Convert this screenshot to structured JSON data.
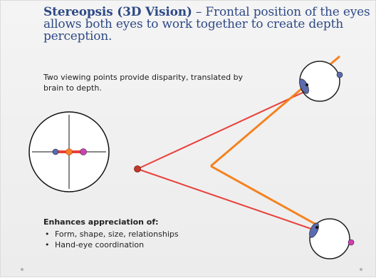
{
  "slide": {
    "title_bold": "Stereopsis (3D Vision)",
    "title_rest": " – Frontal position of the eyes allows both eyes to work together to create depth perception.",
    "subtitle": "Two viewing points provide disparity, translated by brain to depth.",
    "enhances": {
      "heading": "Enhances appreciation of:",
      "items": [
        "Form, shape, size, relationships",
        "Hand-eye coordination"
      ]
    }
  },
  "colors": {
    "title": "#2e4a86",
    "red_line": "#e8413a",
    "orange_line": "#f58220",
    "iris": "#5a6bb0",
    "pink": "#d23fb5",
    "focus_dot": "#c0392b"
  }
}
